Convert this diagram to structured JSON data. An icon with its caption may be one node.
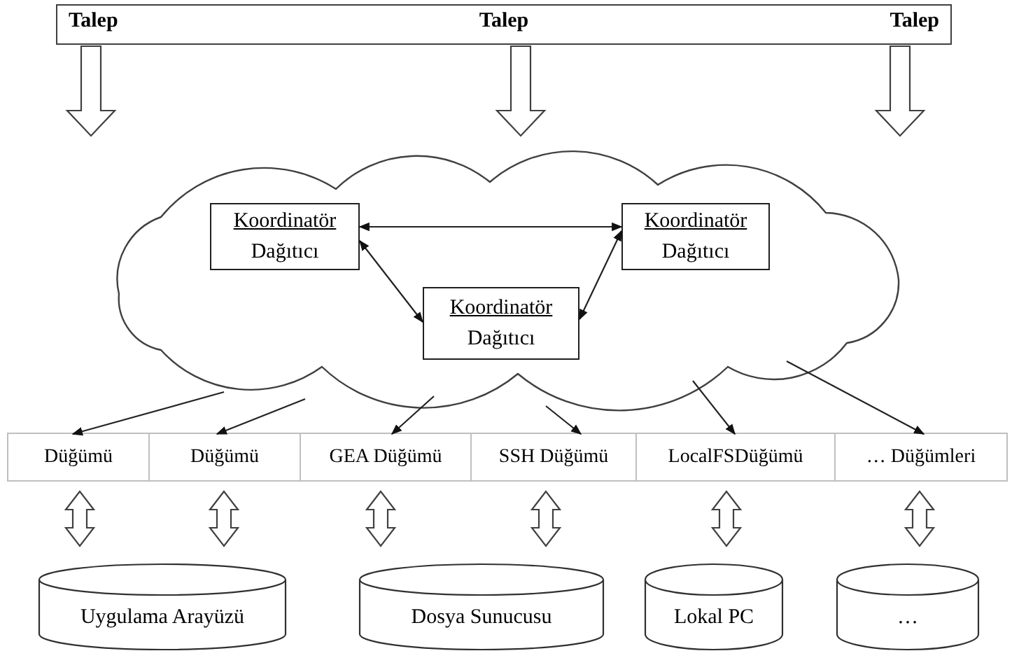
{
  "diagram": {
    "nodes": [
      {
        "text": [
          "Talep",
          "Talep",
          "Talep"
        ]
      },
      {
        "text": [],
        "shape": "cloud"
      },
      {
        "text": [
          "Koordinatör",
          "Dağıtıcı"
        ],
        "in": 1
      },
      {
        "text": [
          "Koordinatör",
          "Dağıtıcı"
        ],
        "in": 1
      },
      {
        "text": [
          "Koordinatör",
          "Dağıtıcı"
        ],
        "in": 1
      },
      {
        "text": [
          "Düğümü"
        ]
      },
      {
        "text": [
          "Düğümü"
        ]
      },
      {
        "text": [
          "GEA Düğümü"
        ]
      },
      {
        "text": [
          "SSH Düğümü"
        ]
      },
      {
        "text": [
          "LocalFSDüğümü"
        ]
      },
      {
        "text": [
          "… Düğümleri"
        ]
      },
      {
        "text": [
          "Uygulama Arayüzü"
        ]
      },
      {
        "text": [
          "Dosya Sunucusu"
        ]
      },
      {
        "text": [
          "Lokal PC"
        ]
      },
      {
        "text": [
          "…"
        ]
      }
    ],
    "edges": [
      {
        "from": 0,
        "to": 1,
        "arrow": "to",
        "style": "thick"
      },
      {
        "from": 0,
        "to": 1,
        "arrow": "to",
        "style": "thick"
      },
      {
        "from": 0,
        "to": 1,
        "arrow": "to",
        "style": "thick"
      },
      {
        "from": 2,
        "to": 3,
        "arrow": "both"
      },
      {
        "from": 2,
        "to": 4,
        "arrow": "both"
      },
      {
        "from": 3,
        "to": 4,
        "arrow": "both"
      },
      {
        "from": 1,
        "to": 5,
        "arrow": "to"
      },
      {
        "from": 1,
        "to": 6,
        "arrow": "to"
      },
      {
        "from": 1,
        "to": 7,
        "arrow": "to"
      },
      {
        "from": 1,
        "to": 8,
        "arrow": "to"
      },
      {
        "from": 1,
        "to": 9,
        "arrow": "to"
      },
      {
        "from": 1,
        "to": 10,
        "arrow": "to"
      },
      {
        "from": 5,
        "to": 11,
        "arrow": "both",
        "style": "thick"
      },
      {
        "from": 6,
        "to": 11,
        "arrow": "both",
        "style": "thick"
      },
      {
        "from": 7,
        "to": 12,
        "arrow": "both",
        "style": "thick"
      },
      {
        "from": 8,
        "to": 12,
        "arrow": "both",
        "style": "thick"
      },
      {
        "from": 9,
        "to": 13,
        "arrow": "both",
        "style": "thick"
      },
      {
        "from": 10,
        "to": 14,
        "arrow": "both",
        "style": "thick"
      }
    ]
  }
}
